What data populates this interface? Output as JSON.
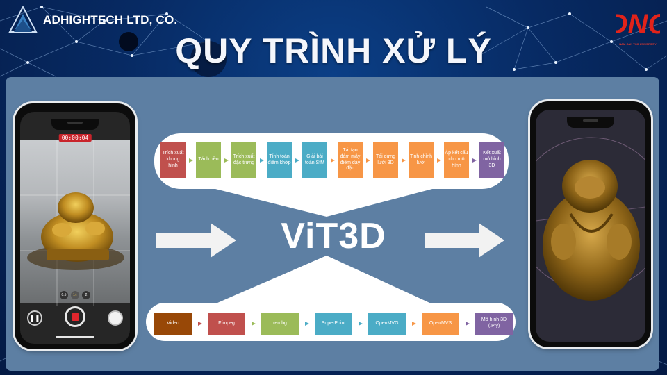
{
  "header": {
    "company_name": "ADHIGHTECH LTD, CO.",
    "title": "QUY TRÌNH XỬ LÝ",
    "university_logo_text": "NAM CAN THO UNIVERSITY",
    "university_mark": "DNC"
  },
  "left_phone": {
    "record_time": "00:00:04",
    "zoom_levels": [
      "0.5",
      "1×",
      "2"
    ]
  },
  "center_label": "ViT3D",
  "pipeline_steps": [
    {
      "label": "Trích xuất khung hình",
      "color": "#c0504d"
    },
    {
      "label": "Tách nền",
      "color": "#9bbb59"
    },
    {
      "label": "Trích xuất đặc trưng",
      "color": "#9bbb59"
    },
    {
      "label": "Tính toán điểm khớp",
      "color": "#4bacc6"
    },
    {
      "label": "Giải bài toán SfM",
      "color": "#4bacc6"
    },
    {
      "label": "Tái tạo đám mây điểm dày đặc",
      "color": "#f79646"
    },
    {
      "label": "Tái dựng lưới 3D",
      "color": "#f79646"
    },
    {
      "label": "Tinh chỉnh lưới",
      "color": "#f79646"
    },
    {
      "label": "Áp kết cấu cho mô hình",
      "color": "#f79646"
    },
    {
      "label": "Kết xuất mô hình 3D",
      "color": "#8064a2"
    }
  ],
  "tool_steps": [
    {
      "label": "Video",
      "color": "#984807"
    },
    {
      "label": "Ffmpeg",
      "color": "#c0504d"
    },
    {
      "label": "rembg",
      "color": "#9bbb59"
    },
    {
      "label": "SuperPoint",
      "color": "#4bacc6"
    },
    {
      "label": "OpenMVG",
      "color": "#4bacc6"
    },
    {
      "label": "OpenMVS",
      "color": "#f79646"
    },
    {
      "label": "Mô hình 3D (.Ply)",
      "color": "#8064a2"
    }
  ],
  "colors": {
    "background": "#072a63",
    "panel": "#5d7fa3",
    "record": "#c9242b"
  }
}
